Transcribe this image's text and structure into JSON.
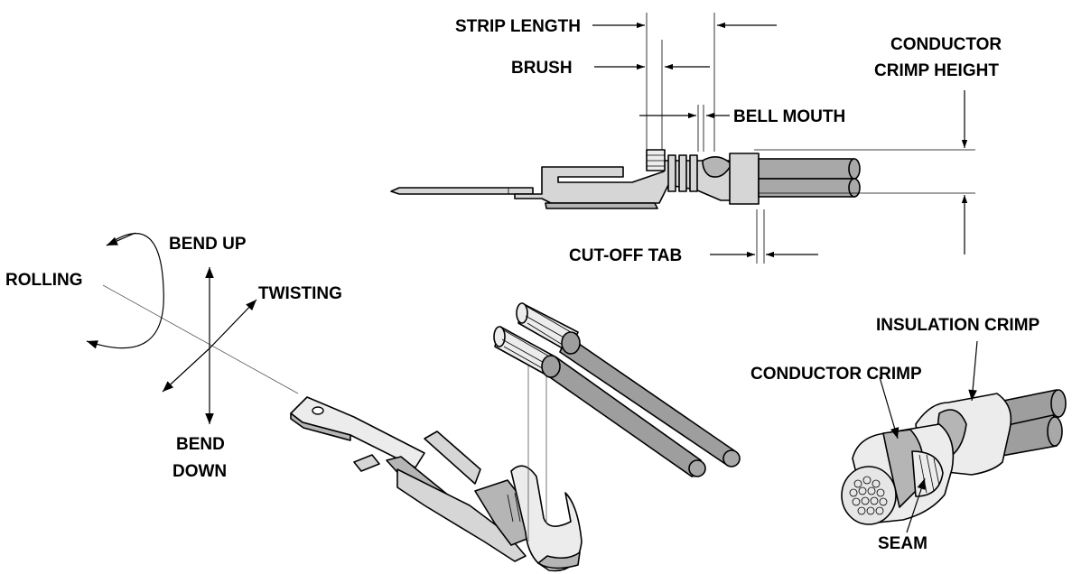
{
  "labels": {
    "strip_length": "STRIP LENGTH",
    "brush": "BRUSH",
    "bell_mouth": "BELL MOUTH",
    "conductor_crimp_height_line1": "CONDUCTOR",
    "conductor_crimp_height_line2": "CRIMP HEIGHT",
    "cut_off_tab": "CUT-OFF TAB",
    "rolling": "ROLLING",
    "bend_up": "BEND UP",
    "twisting": "TWISTING",
    "bend_down_line1": "BEND",
    "bend_down_line2": "DOWN",
    "insulation_crimp": "INSULATION CRIMP",
    "conductor_crimp": "CONDUCTOR CRIMP",
    "seam": "SEAM"
  }
}
